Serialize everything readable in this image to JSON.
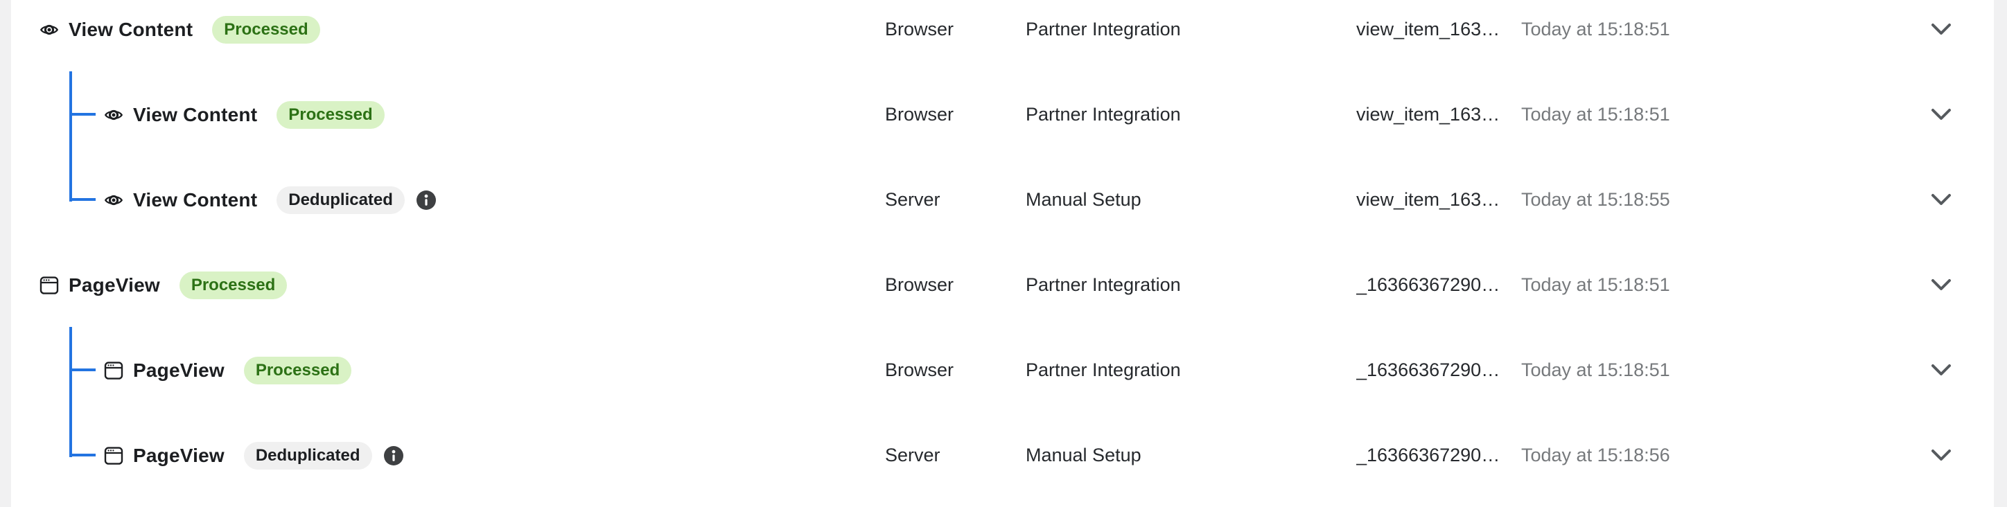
{
  "colors": {
    "accent_blue": "#2374e1",
    "page_bg": "#f1f1f2",
    "card_bg": "#ffffff",
    "processed_bg": "#d9f2c5",
    "processed_text": "#2c7115",
    "deduplicated_bg": "#f0f0f0",
    "deduplicated_text": "#1c1e21",
    "timestamp_text": "#76797c",
    "icon_dark": "#1c1e21",
    "info_circle": "#3e4042",
    "chevron": "#565a5e"
  },
  "icons": {
    "eye": "eye-icon",
    "browser": "browser-window-icon",
    "info": "info-icon",
    "chevron": "chevron-down-icon"
  },
  "groups": [
    {
      "rows": [
        {
          "level": 0,
          "icon": "eye",
          "name": "View Content",
          "status": "Processed",
          "status_type": "processed",
          "info": false,
          "connection": "Browser",
          "setup": "Partner Integration",
          "event_id": "view_item_163…",
          "time": "Today at 15:18:51"
        },
        {
          "level": 1,
          "icon": "eye",
          "name": "View Content",
          "status": "Processed",
          "status_type": "processed",
          "info": false,
          "connection": "Browser",
          "setup": "Partner Integration",
          "event_id": "view_item_163…",
          "time": "Today at 15:18:51"
        },
        {
          "level": 1,
          "icon": "eye",
          "name": "View Content",
          "status": "Deduplicated",
          "status_type": "deduplicated",
          "info": true,
          "connection": "Server",
          "setup": "Manual Setup",
          "event_id": "view_item_163…",
          "time": "Today at 15:18:55"
        }
      ]
    },
    {
      "rows": [
        {
          "level": 0,
          "icon": "browser",
          "name": "PageView",
          "status": "Processed",
          "status_type": "processed",
          "info": false,
          "connection": "Browser",
          "setup": "Partner Integration",
          "event_id": "_16366367290…",
          "time": "Today at 15:18:51"
        },
        {
          "level": 1,
          "icon": "browser",
          "name": "PageView",
          "status": "Processed",
          "status_type": "processed",
          "info": false,
          "connection": "Browser",
          "setup": "Partner Integration",
          "event_id": "_16366367290…",
          "time": "Today at 15:18:51"
        },
        {
          "level": 1,
          "icon": "browser",
          "name": "PageView",
          "status": "Deduplicated",
          "status_type": "deduplicated",
          "info": true,
          "connection": "Server",
          "setup": "Manual Setup",
          "event_id": "_16366367290…",
          "time": "Today at 15:18:56"
        }
      ]
    }
  ]
}
